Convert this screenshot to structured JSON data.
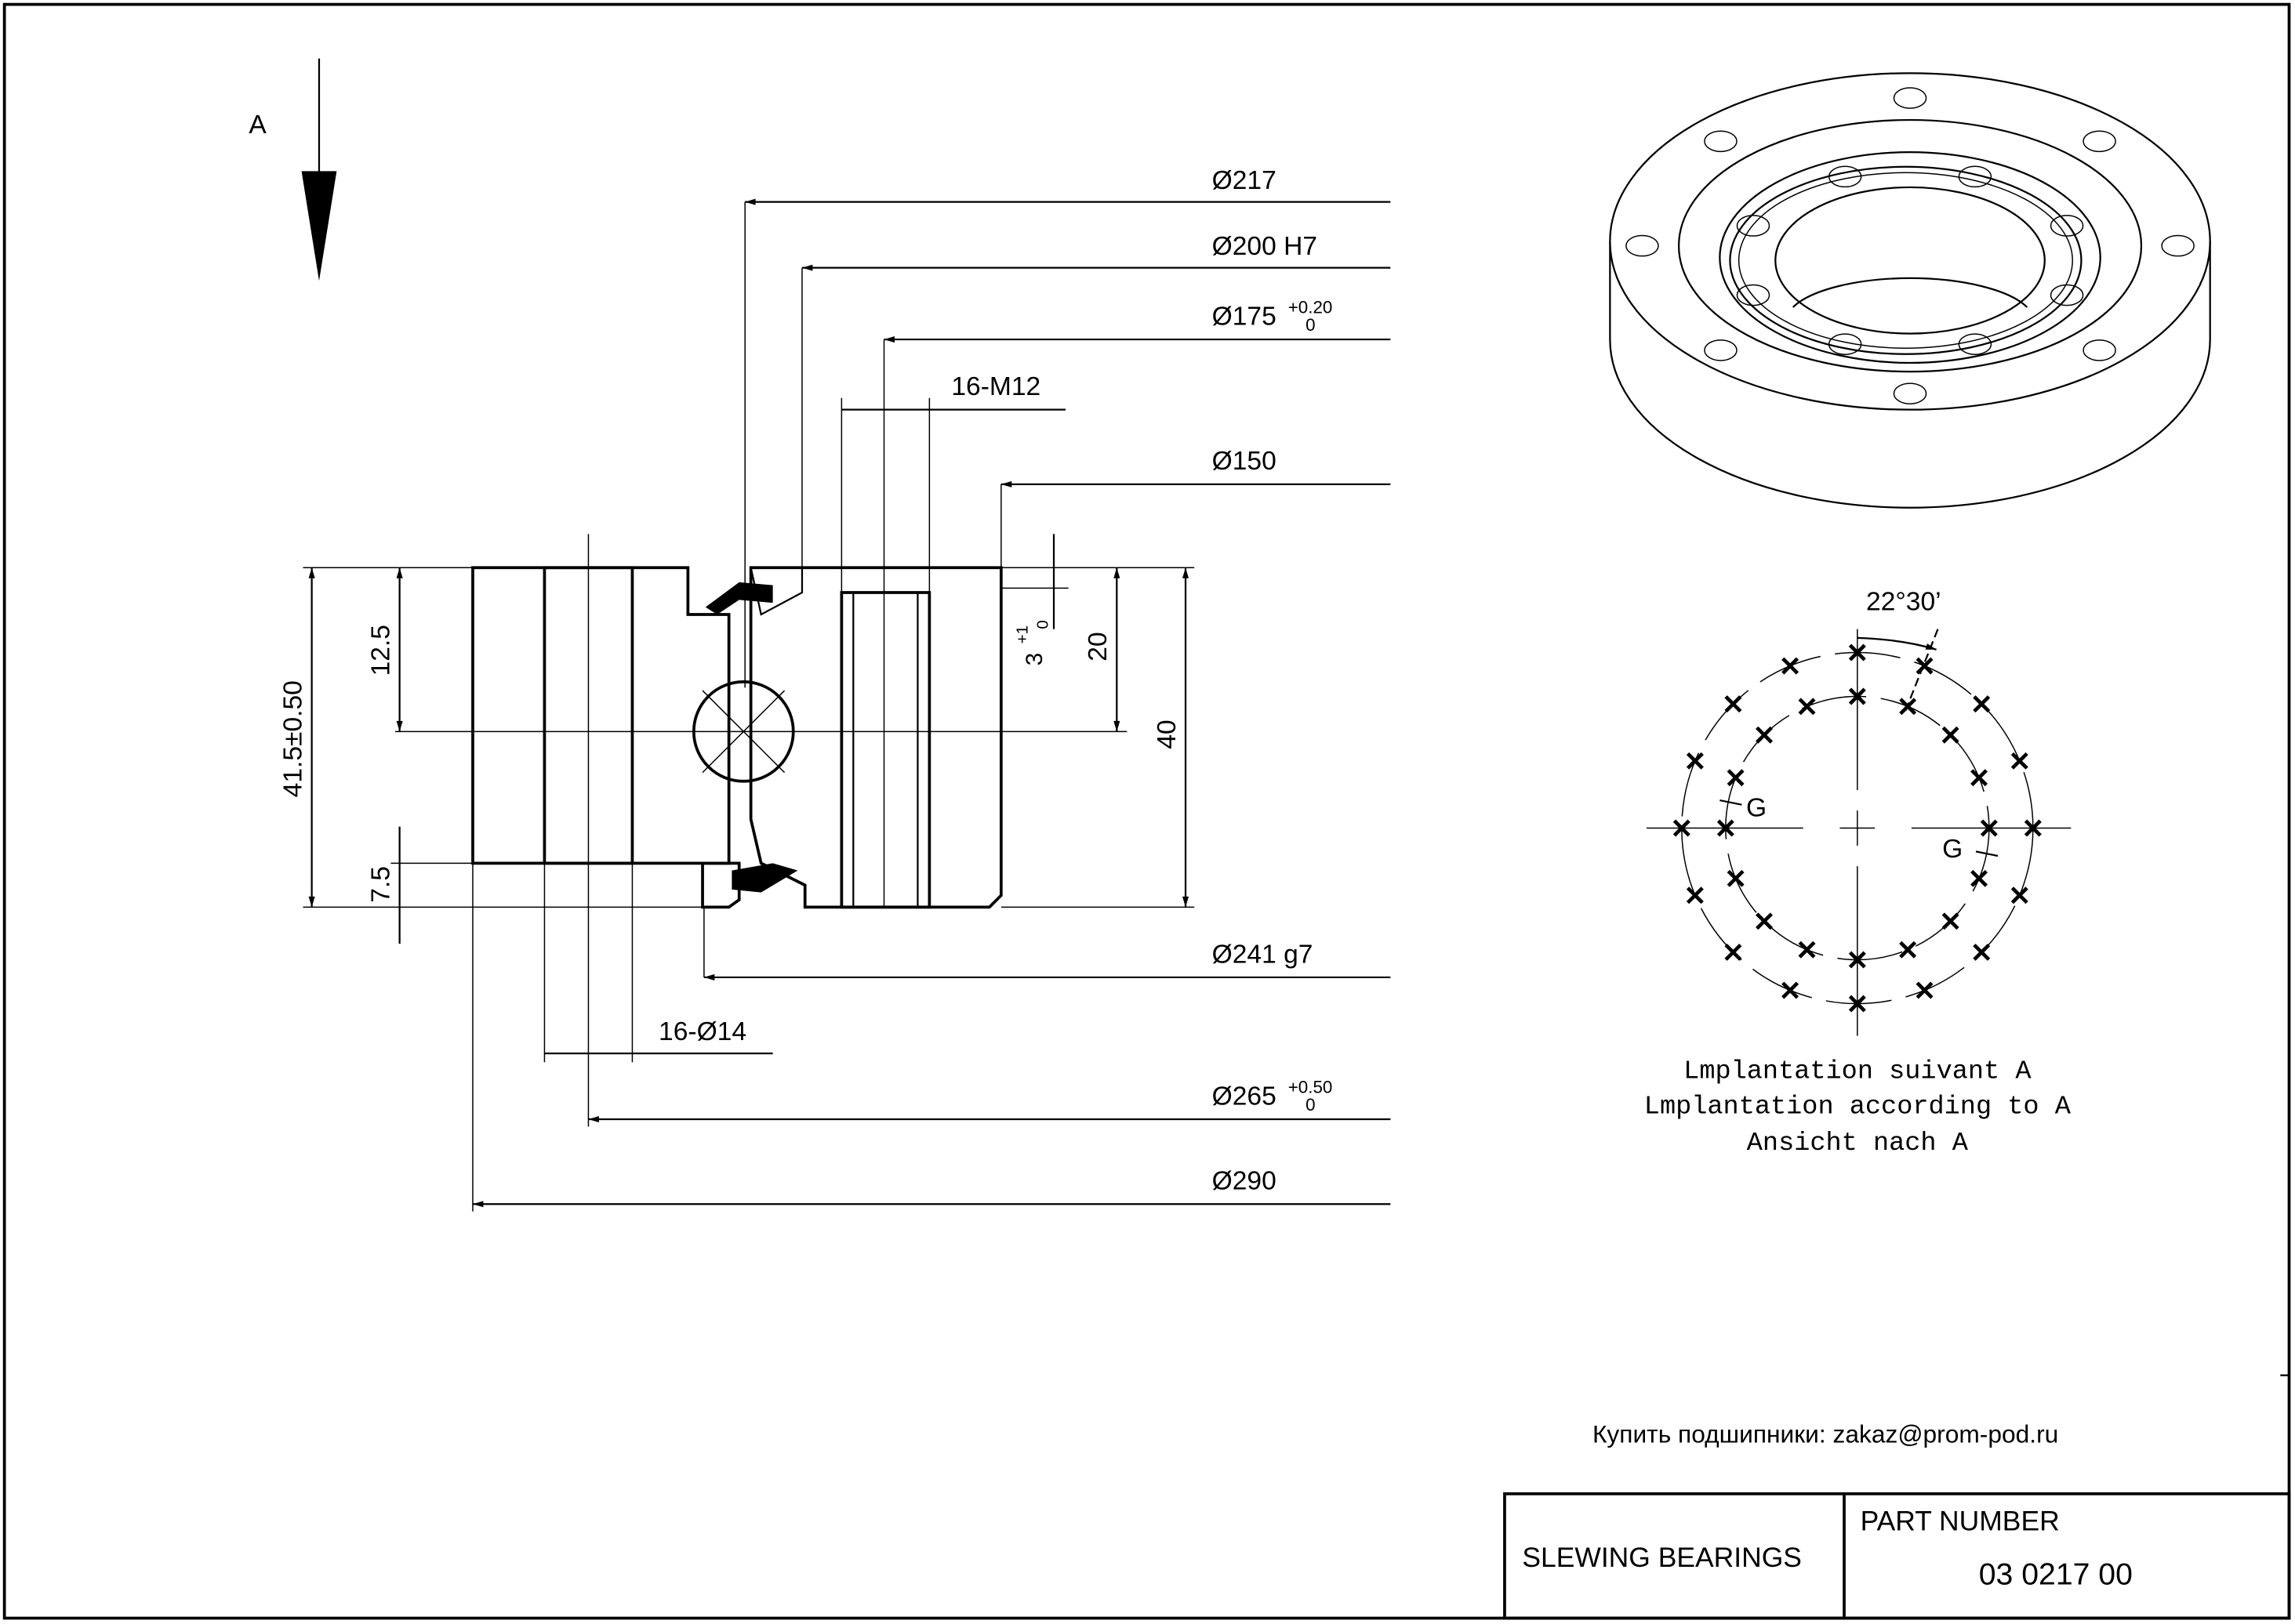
{
  "view_marker": "A",
  "dimensions": {
    "d217": "Ø217",
    "d200": "Ø200 H7",
    "d175": "Ø175",
    "d175_tol_upper": "+0.20",
    "d175_tol_lower": "0",
    "m12": "16-M12",
    "d150": "Ø150",
    "d241": "Ø241 g7",
    "holes14": "16-Ø14",
    "d265": "Ø265",
    "d265_tol_upper": "+0.50",
    "d265_tol_lower": "0",
    "d290": "Ø290",
    "height_total": "41.5±0.50",
    "h12_5": "12.5",
    "h7_5": "7.5",
    "h20": "20",
    "h40": "40",
    "h3": "3",
    "h3_tol_upper": "+1",
    "h3_tol_lower": "0"
  },
  "hole_pattern": {
    "angle": "22°30’",
    "g_mark_left": "G",
    "g_mark_right": "G",
    "outer_holes": 16,
    "inner_holes": 16,
    "caption": [
      "Lmplantation suivant A",
      "Lmplantation according to A",
      "Ansicht nach A"
    ]
  },
  "contact": "Купить подшипники: zakaz@prom-pod.ru",
  "title_block": {
    "name": "SLEWING BEARINGS",
    "part_number_label": "PART  NUMBER",
    "part_number": "03 0217 00"
  }
}
